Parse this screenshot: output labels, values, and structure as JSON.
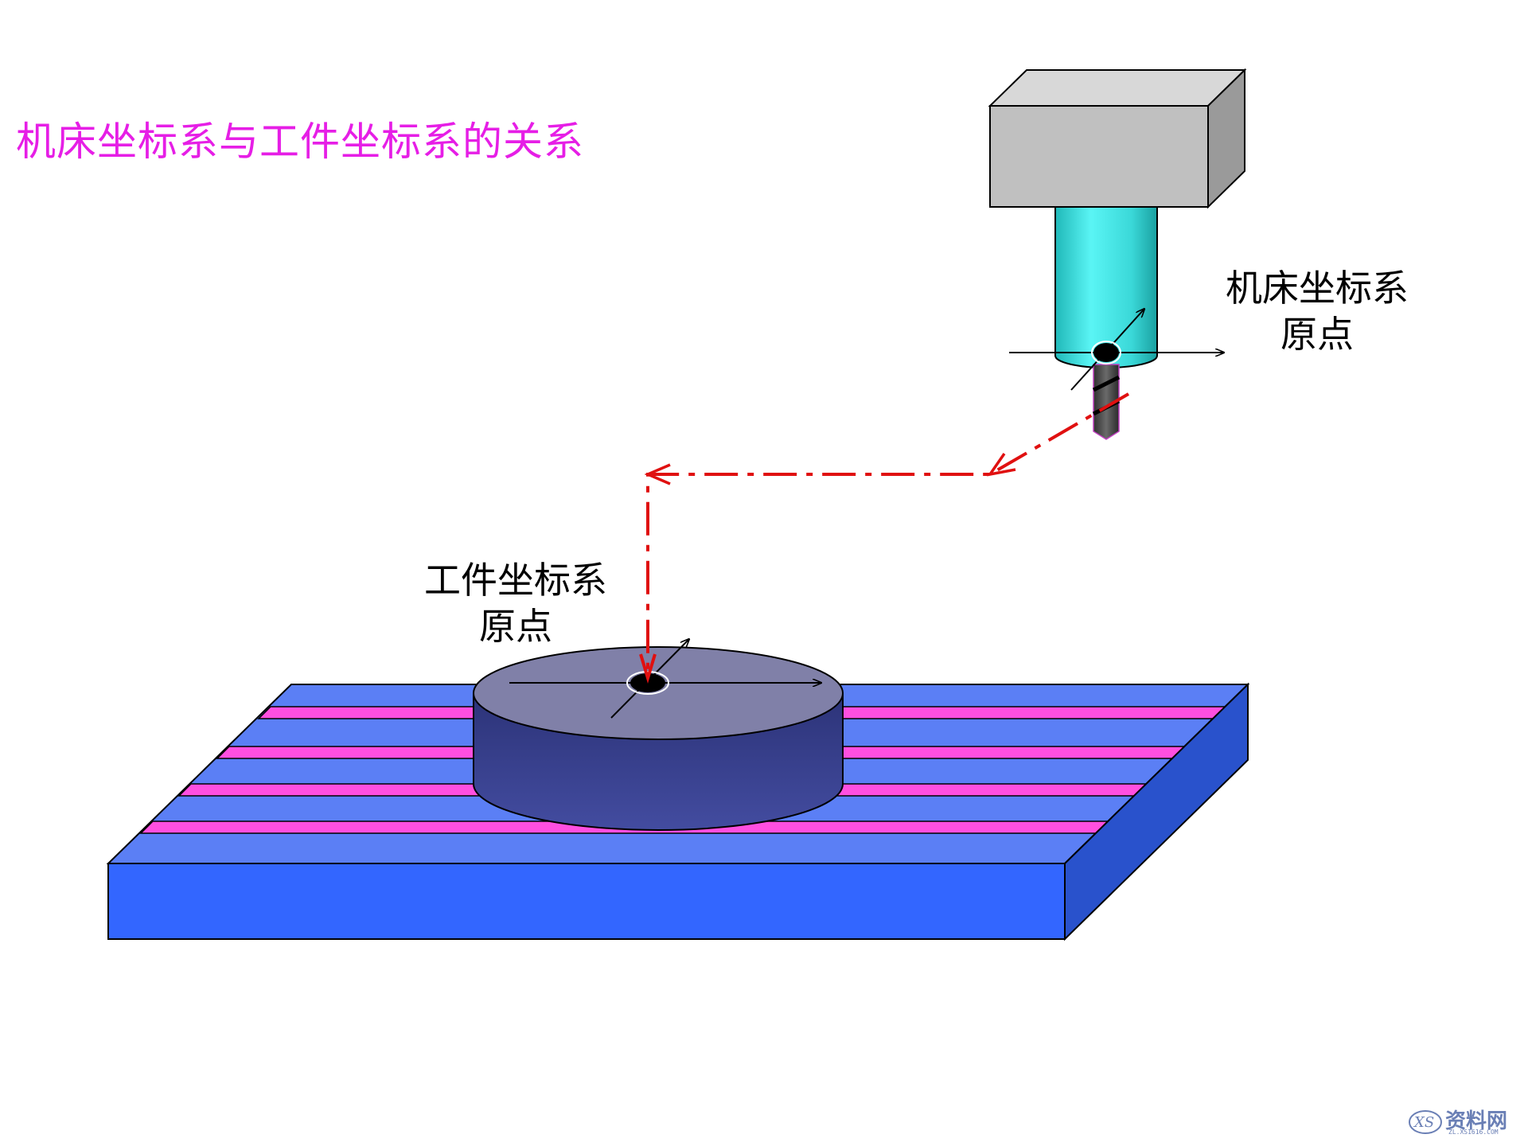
{
  "title": "机床坐标系与工件坐标系的关系",
  "labels": {
    "machine_origin_line1": "机床坐标系",
    "machine_origin_line2": "原点",
    "work_origin_line1": "工件坐标系",
    "work_origin_line2": "原点"
  },
  "watermark": {
    "name": "资料网",
    "url": "ZL.XS1616.COM",
    "logo_letters": "XS"
  },
  "colors": {
    "title": "#e61ee6",
    "path_arrow": "#e01010",
    "table_front": "#3366ff",
    "table_top": "#5b7ff5",
    "table_side": "#2952cc",
    "slots": "#ff4fe0",
    "workpiece_top": "#8080a8",
    "workpiece_side": "#353d8a",
    "spindle_head": "#c0c0c0",
    "spindle": "#40e8e8",
    "tool": "#505050"
  },
  "icons": [
    "coordinate-axes-icon",
    "origin-marker-icon",
    "path-arrow-icon"
  ]
}
